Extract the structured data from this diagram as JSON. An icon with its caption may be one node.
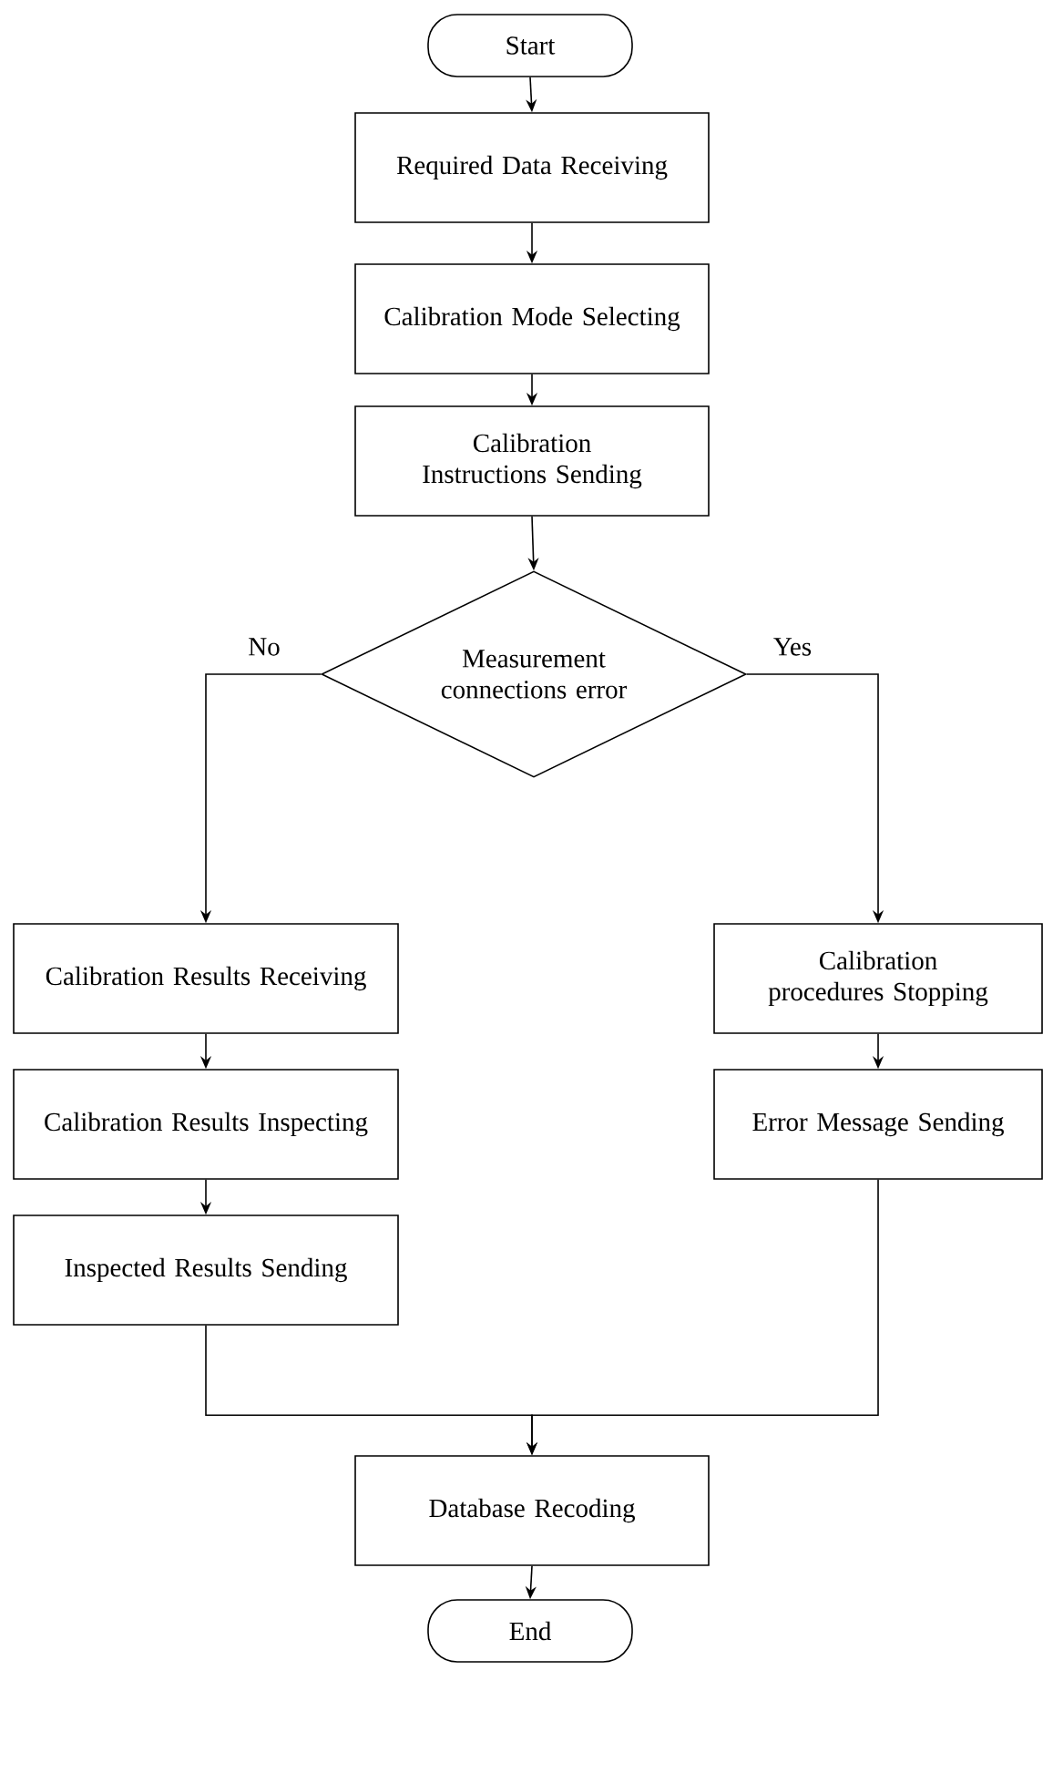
{
  "diagram": {
    "nodes": [
      {
        "text": [
          "Start"
        ]
      },
      {
        "text": [
          "Required Data Receiving"
        ]
      },
      {
        "text": [
          "Calibration Mode Selecting"
        ]
      },
      {
        "text": [
          "Calibration Instructions Sending"
        ]
      },
      {
        "text": [
          "Measurement connections error"
        ]
      },
      {
        "text": [
          "Calibration Results Receiving"
        ]
      },
      {
        "text": [
          "Calibration Results Inspecting"
        ]
      },
      {
        "text": [
          "Inspected Results Sending"
        ]
      },
      {
        "text": [
          "Calibration procedures Stopping"
        ]
      },
      {
        "text": [
          "Error Message Sending"
        ]
      },
      {
        "text": [
          "Database Recoding"
        ]
      },
      {
        "text": [
          "End"
        ]
      }
    ],
    "edges": [
      {
        "from": 0,
        "to": 1,
        "arrow": "to"
      },
      {
        "from": 1,
        "to": 2,
        "arrow": "to"
      },
      {
        "from": 2,
        "to": 3,
        "arrow": "to"
      },
      {
        "from": 3,
        "to": 4,
        "arrow": "to"
      },
      {
        "from": 4,
        "to": 5,
        "arrow": "to",
        "label": "No"
      },
      {
        "from": 4,
        "to": 8,
        "arrow": "to",
        "label": "Yes"
      },
      {
        "from": 5,
        "to": 6,
        "arrow": "to"
      },
      {
        "from": 6,
        "to": 7,
        "arrow": "to"
      },
      {
        "from": 8,
        "to": 9,
        "arrow": "to"
      },
      {
        "from": 7,
        "to": 10,
        "arrow": "to"
      },
      {
        "from": 9,
        "to": 10,
        "arrow": "to"
      },
      {
        "from": 10,
        "to": 11,
        "arrow": "to"
      }
    ]
  }
}
